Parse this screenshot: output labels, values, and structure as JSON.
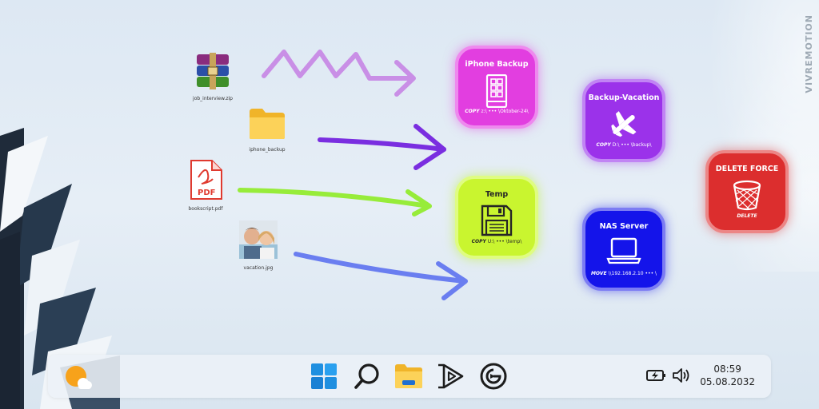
{
  "brand": "VIVREMOTION",
  "desktop_icons": [
    {
      "label": "job_interview.zip",
      "icon": "winrar-archive-icon"
    },
    {
      "label": "iphone_backup",
      "icon": "folder-icon"
    },
    {
      "label": "bookscript.pdf",
      "icon": "pdf-icon"
    },
    {
      "label": "vacation.jpg",
      "icon": "photo-thumbnail-icon"
    }
  ],
  "tiles": {
    "iphone": {
      "title": "iPhone Backup",
      "cmd_bold": "COPY",
      "cmd_rest": "z:\\ ••• \\Oktober-24\\",
      "color": "#e23ee0",
      "icon": "smartphone-icon"
    },
    "vacation": {
      "title": "Backup-Vacation",
      "cmd_bold": "COPY",
      "cmd_rest": "D:\\ ••• \\backup\\",
      "color": "#9b32ea",
      "icon": "airplane-icon"
    },
    "temp": {
      "title": "Temp",
      "cmd_bold": "COPY",
      "cmd_rest": "U:\\ ••• \\temp\\",
      "color": "#c9f52f",
      "icon": "floppy-disk-icon"
    },
    "nas": {
      "title": "NAS Server",
      "cmd_bold": "MOVE",
      "cmd_rest": "\\\\192.168.2.10 ••• \\",
      "color": "#1414ea",
      "icon": "laptop-icon"
    },
    "delete": {
      "title": "DELETE FORCE",
      "cmd_bold": "DELETE",
      "cmd_rest": "",
      "color": "#dc2e2e",
      "icon": "wastebasket-icon"
    }
  },
  "arrow_colors": [
    "#c98fe6",
    "#7a2ee0",
    "#97ec3a",
    "#6a7ef0"
  ],
  "taskbar": {
    "weather_icon": "weather-sun-cloud-icon",
    "apps": [
      "windows-start-icon",
      "search-icon",
      "file-explorer-icon",
      "media-player-icon",
      "elgato-icon"
    ],
    "tray": [
      "battery-charging-icon",
      "volume-icon"
    ],
    "time": "08:59",
    "date": "05.08.2032"
  }
}
